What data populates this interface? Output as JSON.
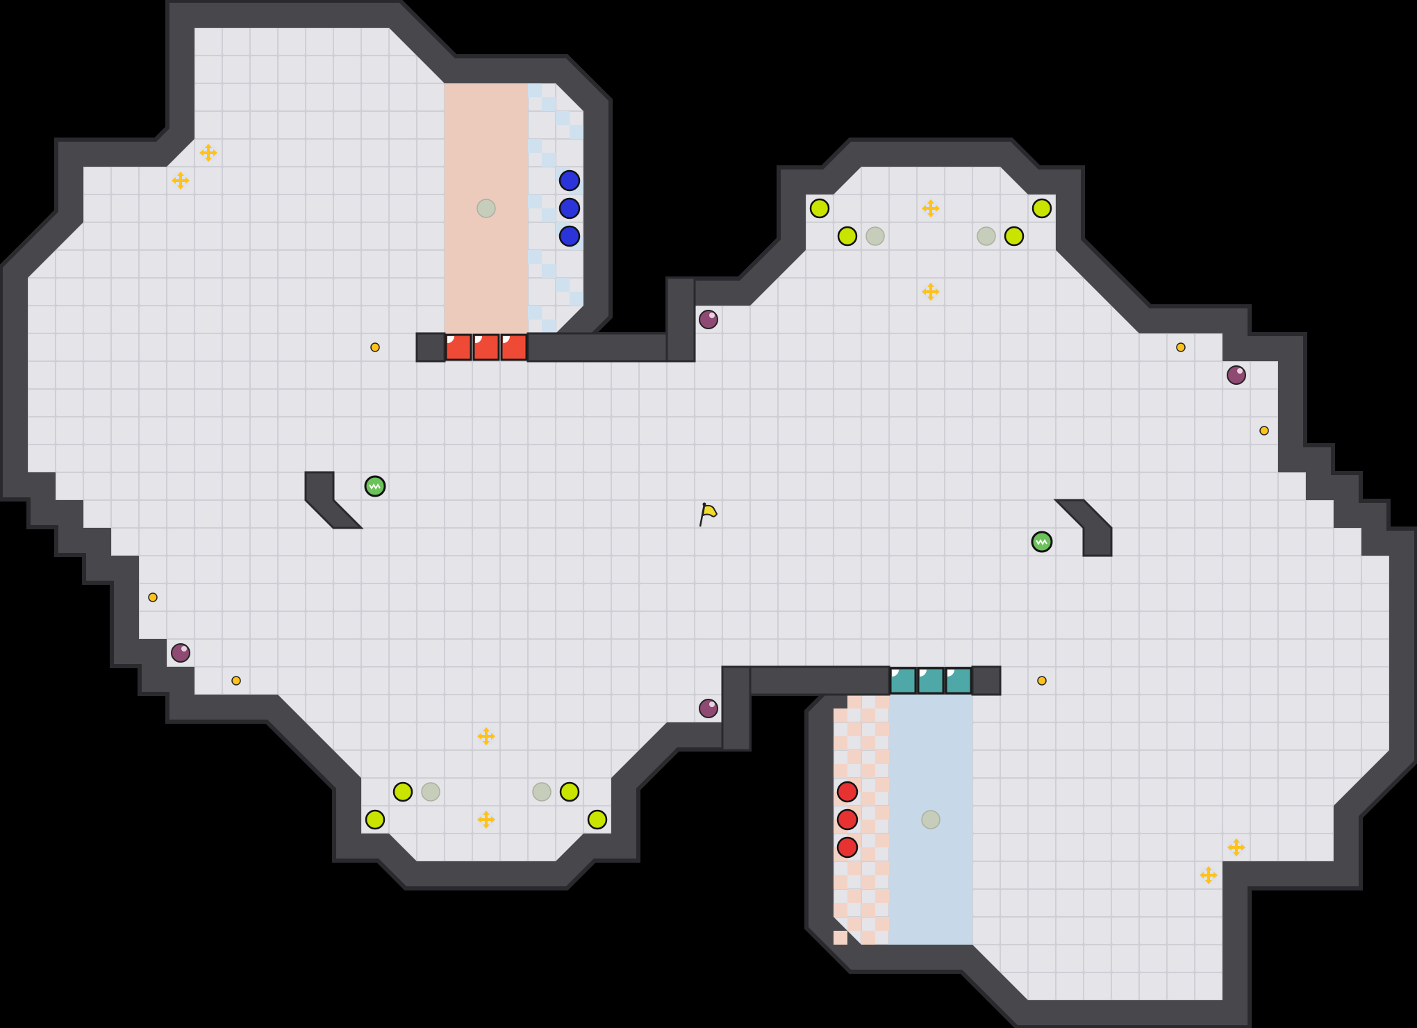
{
  "map": {
    "colors": {
      "background": "#000000",
      "floor": "#e4e4e9",
      "floor_tile_edge": "#cfcfd6",
      "wall": "#47474c",
      "wall_edge": "#2a2a2e",
      "red_zone": "#eccbbd",
      "red_checker": "#f3d3c6",
      "blue_zone": "#c7d9e8",
      "blue_checker": "#cfe0ee",
      "red_gate": "#ef4a35",
      "blue_gate": "#4fa8a8",
      "red_ball": "#e83232",
      "blue_ball": "#2a34d9",
      "boost": "#ffc21a",
      "toggle_ball": "#c8e400",
      "inactive_ball": "#c7cdbb",
      "bomb": "#8e4a72",
      "powerup_dot": "#ffc21a",
      "gravity_ball": "#6cc25a",
      "flag": "#f2dc2b"
    },
    "entities": [
      "yellow-flag",
      "red-gate",
      "blue-gate",
      "boost",
      "bomb",
      "button",
      "grip-powerup",
      "red-team-ball",
      "blue-team-ball"
    ]
  }
}
